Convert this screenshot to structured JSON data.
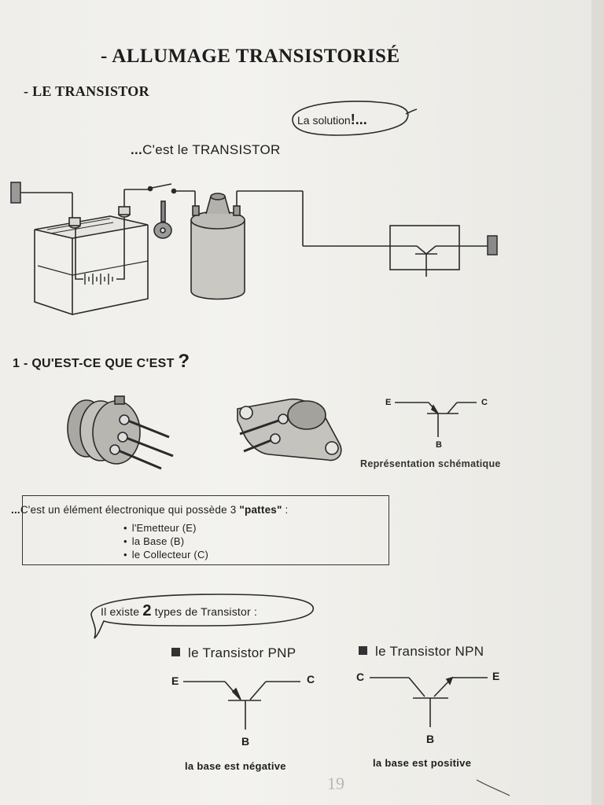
{
  "document": {
    "title": "- ALLUMAGE TRANSISTORISÉ",
    "subtitle": "- LE TRANSISTOR",
    "bubble_text": "La solution",
    "bubble_exclaim": "!...",
    "intro_prefix": "...",
    "intro_text": "C'est le TRANSISTOR",
    "page_number": "19"
  },
  "section1": {
    "heading": "1 - QU'EST-CE QUE C'EST",
    "heading_mark": "?",
    "pin_e": "E",
    "pin_c": "C",
    "pin_b": "B",
    "schematic_caption": "Représentation schématique"
  },
  "definition": {
    "prefix": "...",
    "text": "C'est un élément électronique qui possède 3 ",
    "quoted": "\"pattes\"",
    "suffix": " :",
    "items": [
      "l'Emetteur (E)",
      "la Base (B)",
      "le Collecteur (C)"
    ]
  },
  "types": {
    "prefix": "Il existe ",
    "count": "2",
    "suffix": " types de Transistor :",
    "pnp": {
      "label": "le Transistor PNP",
      "left_pin": "E",
      "right_pin": "C",
      "base_pin": "B",
      "caption": "la base est négative"
    },
    "npn": {
      "label": "le Transistor NPN",
      "left_pin": "C",
      "right_pin": "E",
      "base_pin": "B",
      "caption": "la base est positive"
    }
  }
}
